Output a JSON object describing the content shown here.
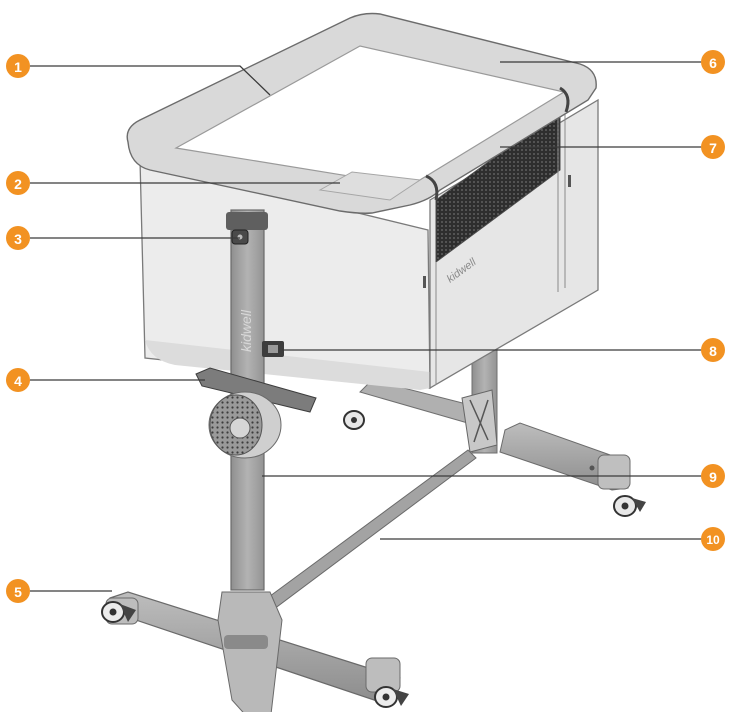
{
  "brand": {
    "post_logo": "kidwell",
    "side_logo": "kidwell"
  },
  "colors": {
    "badge": "#f29222",
    "fabric": "#e9e9e9",
    "frame": "#a7a7a7",
    "mesh": "#3b3b3b"
  },
  "callouts": [
    {
      "num": "1"
    },
    {
      "num": "2"
    },
    {
      "num": "3"
    },
    {
      "num": "4"
    },
    {
      "num": "5"
    },
    {
      "num": "6"
    },
    {
      "num": "7"
    },
    {
      "num": "8"
    },
    {
      "num": "9"
    },
    {
      "num": "10"
    }
  ]
}
